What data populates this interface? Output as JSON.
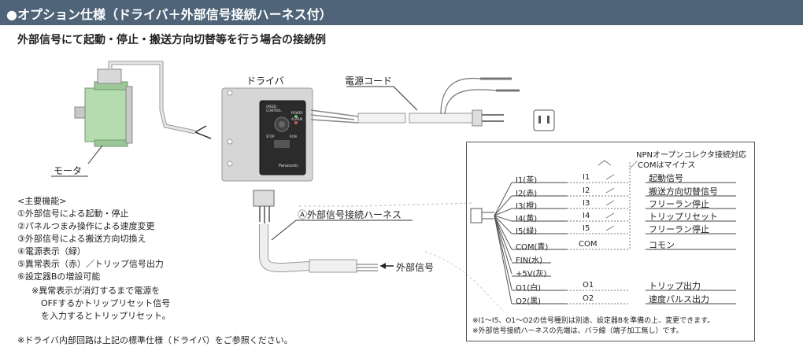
{
  "header": {
    "title": "●オプション仕様（ドライバ＋外部信号接続ハーネス付）"
  },
  "subtitle": "外部信号にて起動・停止・搬送方向切替等を行う場合の接続例",
  "labels": {
    "driver": "ドライバ",
    "power_cord": "電源コード",
    "motor": "モータ",
    "harness": "Ⓐ外部信号接続ハーネス",
    "external_signal": "外部信号"
  },
  "features": {
    "heading": "<主要機能>",
    "items": [
      "①外部信号による起動・停止",
      "②パネルつまみ操作による速度変更",
      "③外部信号による搬送方向切換え",
      "④電源表示（緑）",
      "⑤異常表示（赤）／トリップ信号出力",
      "⑥設定器Bの増設可能"
    ],
    "note_lines": [
      "※異常表示が消灯するまで電源を",
      "OFFするかトリップリセット信号",
      "を入力するとトリップリセット。"
    ]
  },
  "footnote": "※ドライバ内部回路は上記の標準仕様（ドライバ）をご参照ください。",
  "wiring": {
    "npn_note": [
      "NPNオープンコレクタ接続対応",
      "／COMはマイナス"
    ],
    "wires": [
      {
        "wire": "I1(茶)",
        "terminal": "I1",
        "function": "起動信号"
      },
      {
        "wire": "I2(赤)",
        "terminal": "I2",
        "function": "搬送方向切替信号"
      },
      {
        "wire": "I3(橙)",
        "terminal": "I3",
        "function": "フリーラン停止"
      },
      {
        "wire": "I4(黄)",
        "terminal": "I4",
        "function": "トリップリセット"
      },
      {
        "wire": "I5(緑)",
        "terminal": "I5",
        "function": "フリーラン停止"
      },
      {
        "wire": "COM(青)",
        "terminal": "COM",
        "function": "コモン"
      },
      {
        "wire": "FIN(水)",
        "terminal": "",
        "function": ""
      },
      {
        "wire": "+5V(灰)",
        "terminal": "",
        "function": ""
      },
      {
        "wire": "O1(白)",
        "terminal": "O1",
        "function": "トリップ出力"
      },
      {
        "wire": "O2(黒)",
        "terminal": "O2",
        "function": "速度パルス出力"
      }
    ],
    "notes": [
      "※I1～I5、O1～O2の信号種別は別途、設定器Bを準備の上、変更できます。",
      "※外部信号接続ハーネスの先端は、バラ線（端子加工無し）です。"
    ]
  },
  "panel": {
    "brand": "Panasonic",
    "legend": [
      "SPEED",
      "CONTROL",
      "POWER",
      "ALARM",
      "STOP",
      "RUN"
    ]
  },
  "colors": {
    "header_bg": "#4f6478",
    "motor_green": "#a9d3a0",
    "driver_panel": "#2b2b2b",
    "driver_plate": "#d9d9d9"
  }
}
